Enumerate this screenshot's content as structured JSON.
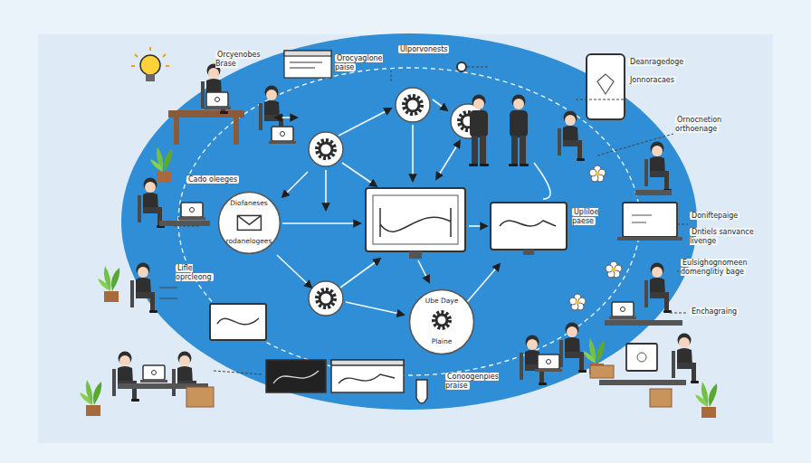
{
  "diagram": {
    "nodes": [
      {
        "text": [
          "Diofaneses",
          "rodanelogees"
        ]
      },
      {
        "text": [
          "Ube Daye",
          "Plaine"
        ]
      }
    ],
    "labels": [
      "Orcyenobes Brase",
      "Orocyaglone paise",
      "Ulporvonests",
      "Deanragedoge",
      "Jonnoracaes",
      "Ornocnetion orthoenage",
      "Cado oleeges",
      "Lifle oprcleong",
      "Upliloe paese",
      "Doniftepaige",
      "Dntiels sanvance livenge",
      "Eulsighognomeen domenglitiy bage",
      "Enchagraing",
      "Conoogenpies praise"
    ]
  }
}
